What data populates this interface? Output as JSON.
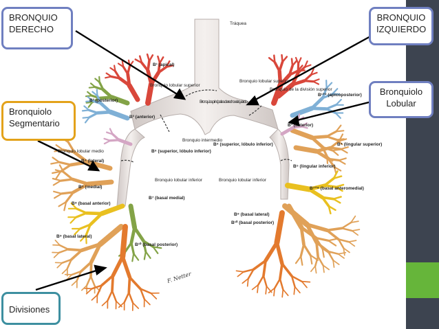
{
  "callouts": {
    "bronquio_derecho": "BRONQUIO\nDERECHO",
    "bronquio_izquierdo": "BRONQUIO\nIZQUIERDO",
    "bronquiolo_lobular": "Bronquiolo\nLobular",
    "bronquiolo_segmentario": "Bronquiolo\nSegmentario",
    "divisiones": "Divisiones"
  },
  "labels": {
    "traquea": "Tráquea",
    "principales": "Bronquios principales derecho e izquierdo",
    "lobular_superior_der": "Bronquio lobular superior",
    "lobular_superior_izq": "Bronquio lobular superior",
    "intermedio": "Bronquio intermedio",
    "lobular_medio": "Bronquio lobular medio",
    "lobular_inferior_der": "Bronquio lobular inferior",
    "lobular_inferior_izq": "Bronquio lobular inferior",
    "division_superior": "Bronquio de la división superior",
    "apical": "B¹ (apical)",
    "posterior": "B² (posterior)",
    "anterior_der": "B³ (anterior)",
    "apicoposterior": "B¹⁺² (apicoposterior)",
    "anterior_izq": "B³ (anterior)",
    "lingular_superior": "B⁴ (lingular superior)",
    "lingular_inferior": "B⁵ (lingular inferior)",
    "lateral": "B⁴ (lateral)",
    "medial": "B⁵ (medial)",
    "superior_der": "B⁶ (superior, lóbulo inferior)",
    "superior_izq": "B⁶ (superior, lóbulo inferior)",
    "basal_medial": "B⁷ (basal medial)",
    "basal_anterior_der": "B⁸ (basal anterior)",
    "basal_lateral_der": "B⁹ (basal lateral)",
    "basal_posterior_der": "B¹⁰ (basal posterior)",
    "basal_anteromedial": "B⁷⁺⁸ (basal anteromedial)",
    "basal_lateral_izq": "B⁹ (basal lateral)",
    "basal_posterior_izq": "B¹⁰ (basal posterior)",
    "signature": "F. Netter"
  },
  "colors": {
    "trachea": "#e9e4e2",
    "red": "#d9473b",
    "green": "#83a347",
    "blue": "#7fb0d6",
    "pink": "#d4a6c4",
    "tan": "#e0a158",
    "yellow": "#e9c020",
    "orange": "#e37a2e",
    "callout_blue": "#6f7fc0",
    "callout_gold": "#e3a21a",
    "callout_teal": "#3d8fa0",
    "sidebar": "#3d4450",
    "sidebar_accent": "#66b53a"
  }
}
